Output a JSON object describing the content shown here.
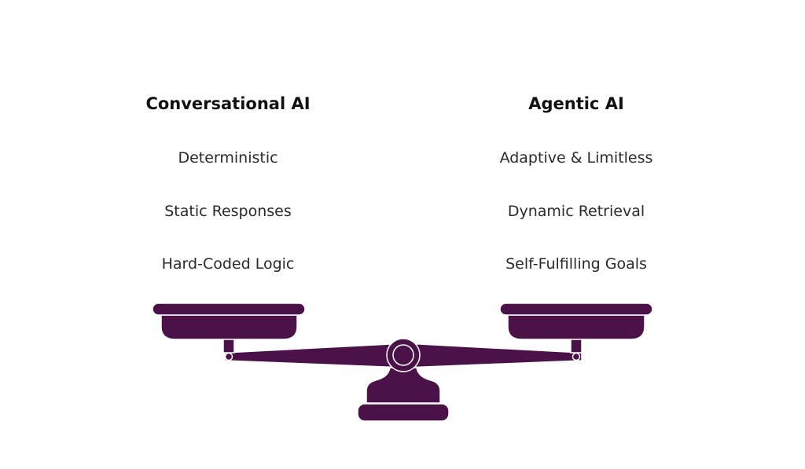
{
  "left": {
    "title": "Conversational AI",
    "items": [
      "Deterministic",
      "Static Responses",
      "Hard-Coded Logic"
    ]
  },
  "right": {
    "title": "Agentic AI",
    "items": [
      "Adaptive & Limitless",
      "Dynamic Retrieval",
      "Self-Fulfilling Goals"
    ]
  },
  "colors": {
    "scale": "#4a1248",
    "text": "#222222"
  },
  "icons": {
    "illustration": "balance-scale-icon"
  }
}
